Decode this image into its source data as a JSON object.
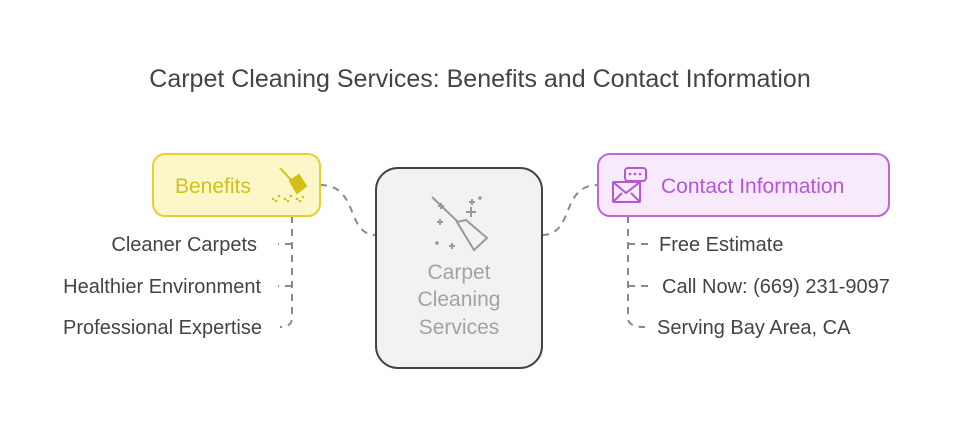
{
  "title": "Carpet Cleaning Services: Benefits and Contact Information",
  "center": {
    "lines": [
      "Carpet",
      "Cleaning",
      "Services"
    ],
    "icon": "broom-sparkle-icon"
  },
  "benefits": {
    "label": "Benefits",
    "icon": "broom-sweeping-icon",
    "items": [
      "Cleaner Carpets",
      "Healthier Environment",
      "Professional Expertise"
    ]
  },
  "contact": {
    "label": "Contact Information",
    "icon": "mail-chat-icon",
    "items": [
      "Free Estimate",
      "Call Now: (669) 231-9097",
      "Serving Bay Area, CA"
    ]
  },
  "colors": {
    "benefits_fill": "#fcf7c8",
    "benefits_stroke": "#e5d12e",
    "benefits_text": "#d2bf17",
    "contact_fill": "#f8eafd",
    "contact_stroke": "#c064e0",
    "contact_text": "#b655d6",
    "center_fill": "#f2f2f2",
    "center_stroke": "#444444",
    "center_text": "#a3a3a3",
    "text": "#444444",
    "connector": "#8a8a8a"
  }
}
